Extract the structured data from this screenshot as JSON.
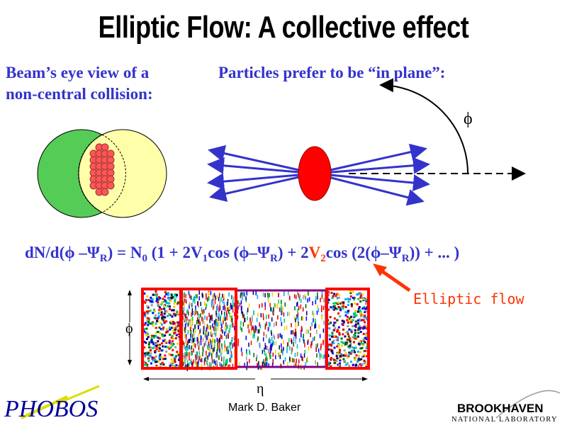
{
  "title": "Elliptic Flow: A collective effect",
  "left_caption": [
    "Beam’s eye view of a",
    "non-central collision:"
  ],
  "middle_caption": "Particles prefer to be “in plane”:",
  "phi_symbol": "ϕ",
  "equation": {
    "part1": "dN/d(ϕ –Ψ",
    "sub_r1": "R",
    "part2": ") = N",
    "sub_0": "0",
    "part3": " (1 + 2V",
    "sub_1": "1",
    "part4": "cos (ϕ–Ψ",
    "sub_r2": "R",
    "part5": ") + 2",
    "v2": "V",
    "sub_2": "2",
    "part6": "cos (2(ϕ–Ψ",
    "sub_r3": "R",
    "part7": ")) + ... )"
  },
  "annotation": "Elliptic flow",
  "axis_phi": "ϕ",
  "axis_eta": "η",
  "author": "Mark D. Baker",
  "logos": {
    "left": "PHOBOS",
    "right_main": "BROOKHAVEN",
    "right_sub": "NATIONAL LABORATORY"
  },
  "colors": {
    "text_blue": "#3333cc",
    "accent": "#ff3300",
    "arrow_blue": "#3333cc",
    "nucleus_green": "#55cc55",
    "nucleus_yellow": "#ffffaa"
  }
}
